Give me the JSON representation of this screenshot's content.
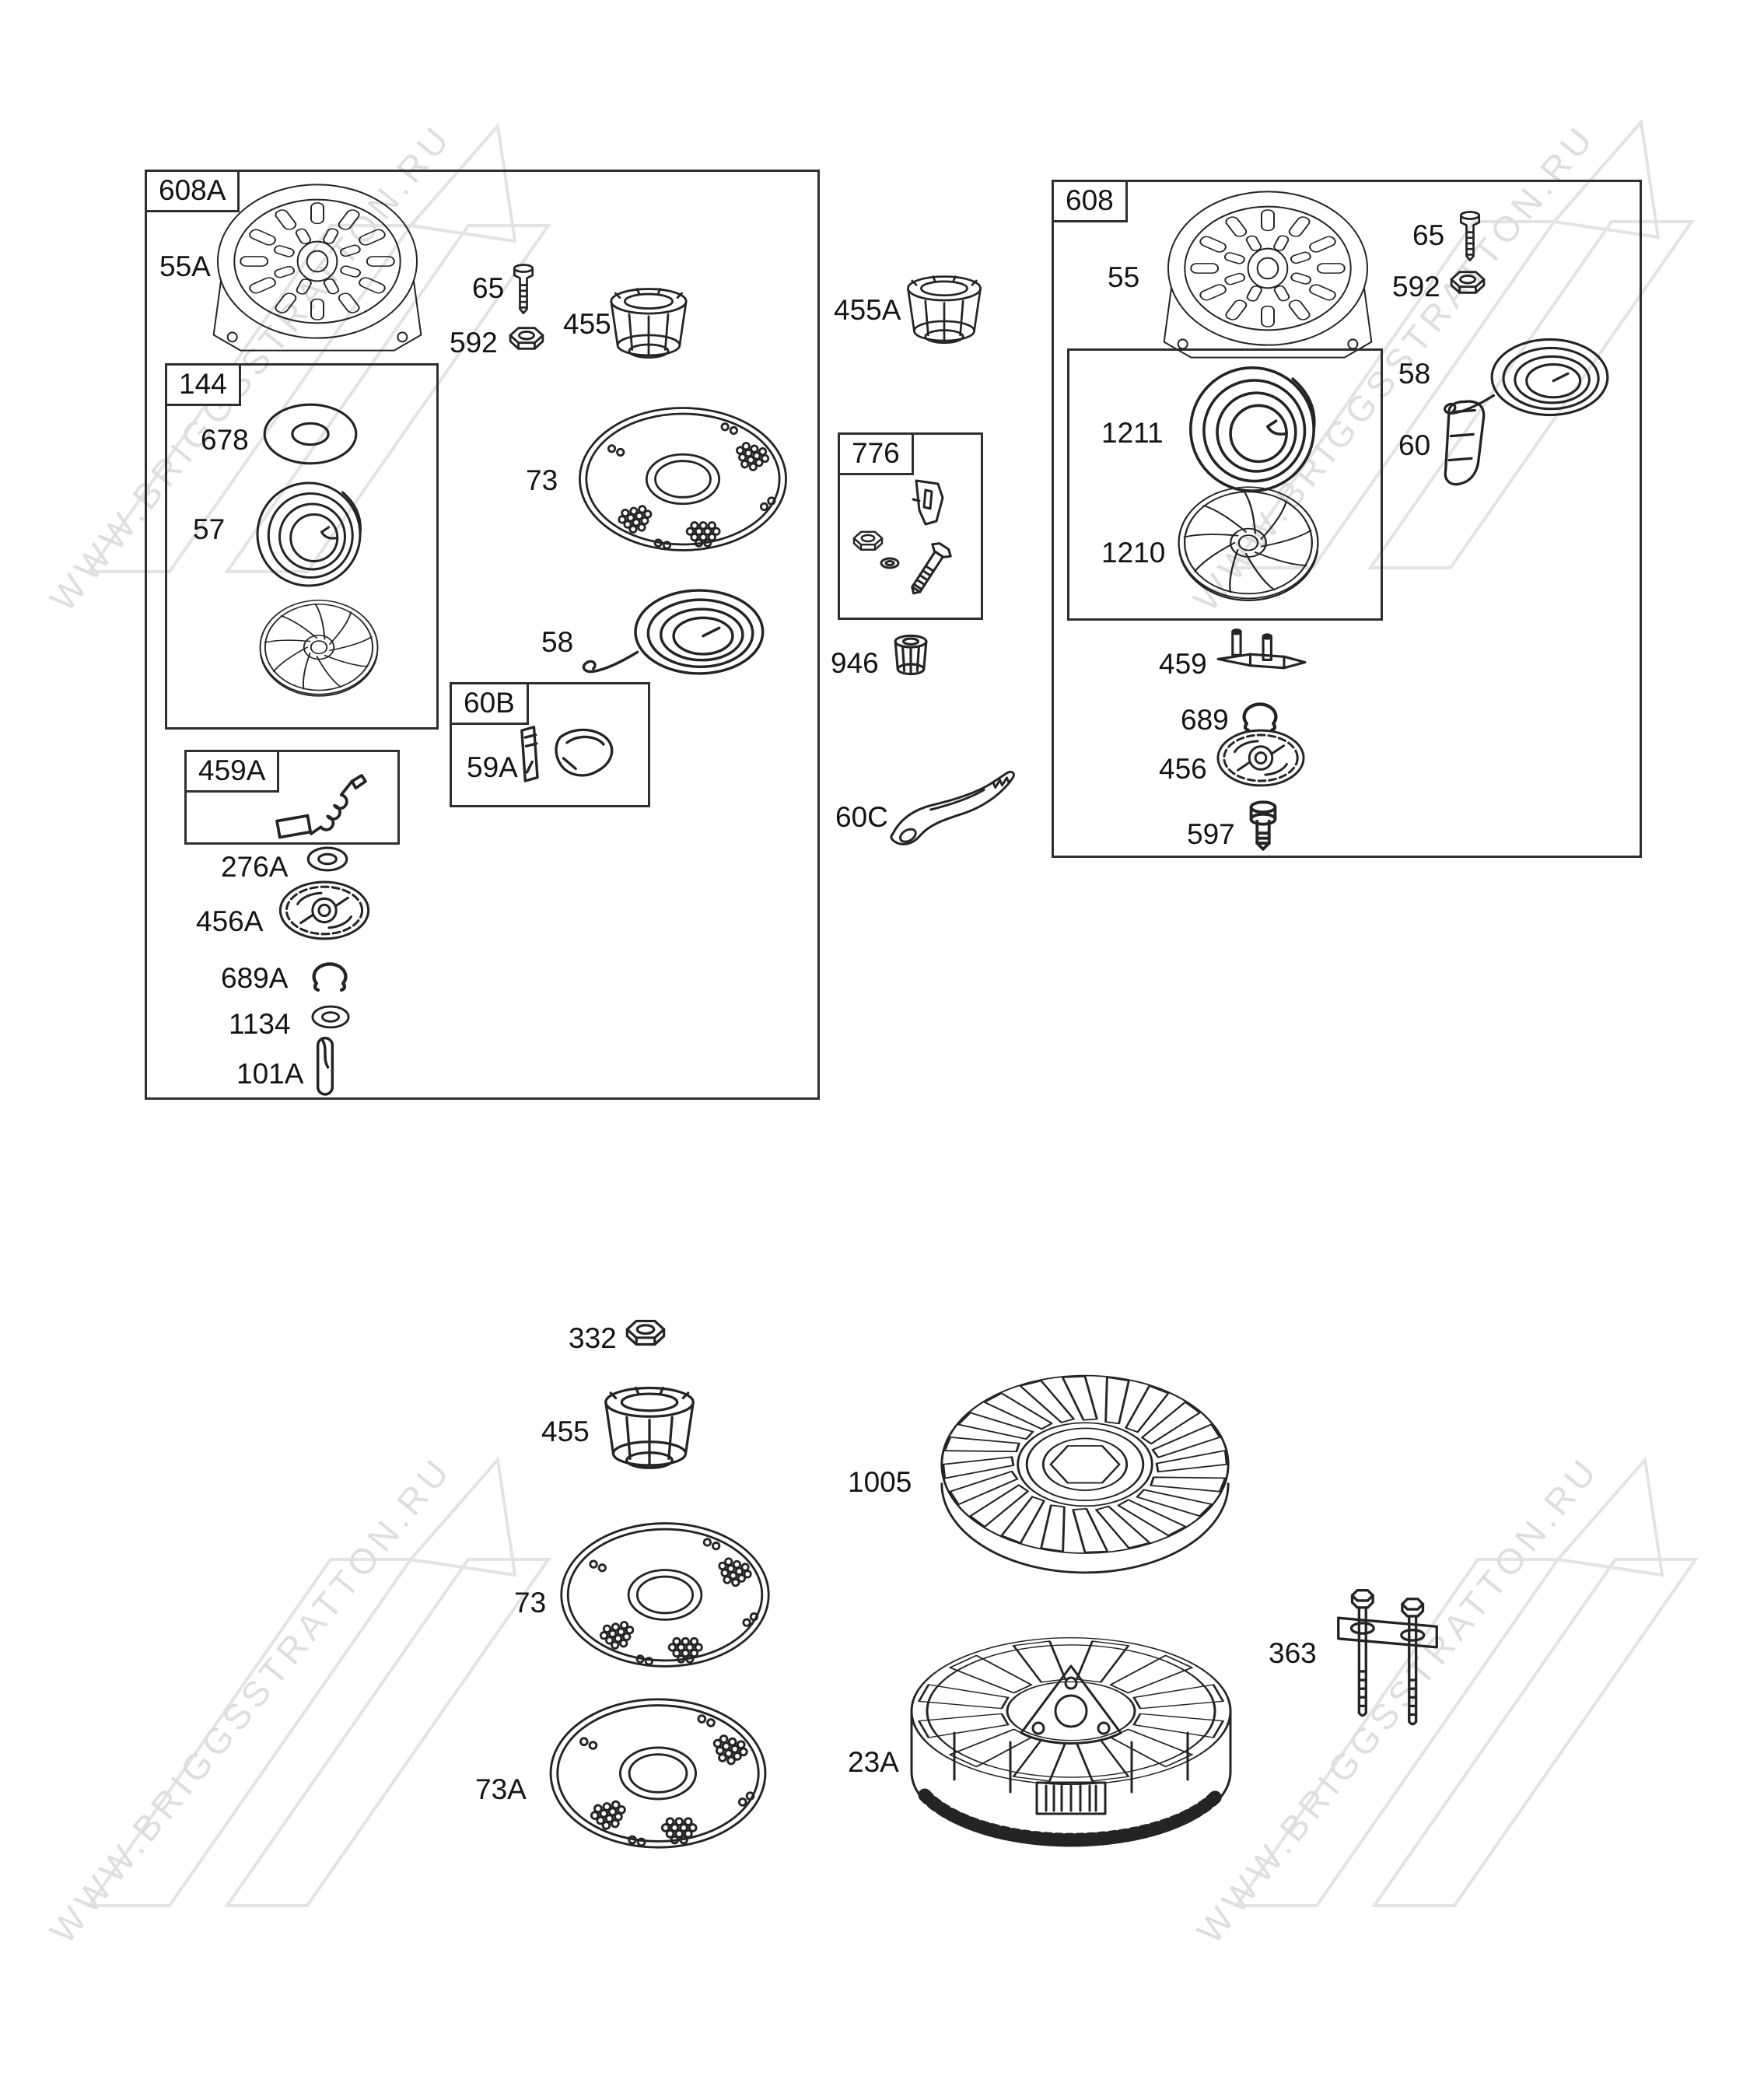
{
  "watermark": {
    "text": "WWW.BRIGGSSTRATTON.RU"
  },
  "left_group": {
    "box_label": "608A",
    "housing": "55A",
    "screw": "65",
    "nut": "592",
    "cup": "455",
    "rewind_box_label": "144",
    "washer": "678",
    "spring": "57",
    "screen": "73",
    "rewind_spring": "58",
    "pawl_box_label": "60B",
    "pawl": "59A",
    "spring_kit_box_label": "459A",
    "small_washer": "276A",
    "pulley": "456A",
    "retainer": "689A",
    "flat_washer": "1134",
    "pin": "101A"
  },
  "middle_group": {
    "cup": "455A",
    "hardware_box_label": "776",
    "bushing": "946",
    "bracket": "60C"
  },
  "right_group": {
    "box_label": "608",
    "housing": "55",
    "screw": "65",
    "nut": "592",
    "rewind_spring": "58",
    "pawl": "60",
    "spring": "1211",
    "pulley": "1210",
    "starter_kit": "459",
    "retainer": "689",
    "pulley2": "456",
    "shoulder_screw": "597"
  },
  "bottom_group": {
    "nut": "332",
    "cup": "455",
    "screen": "73",
    "screen2": "73A",
    "fan": "1005",
    "flywheel": "23A",
    "puller": "363"
  }
}
